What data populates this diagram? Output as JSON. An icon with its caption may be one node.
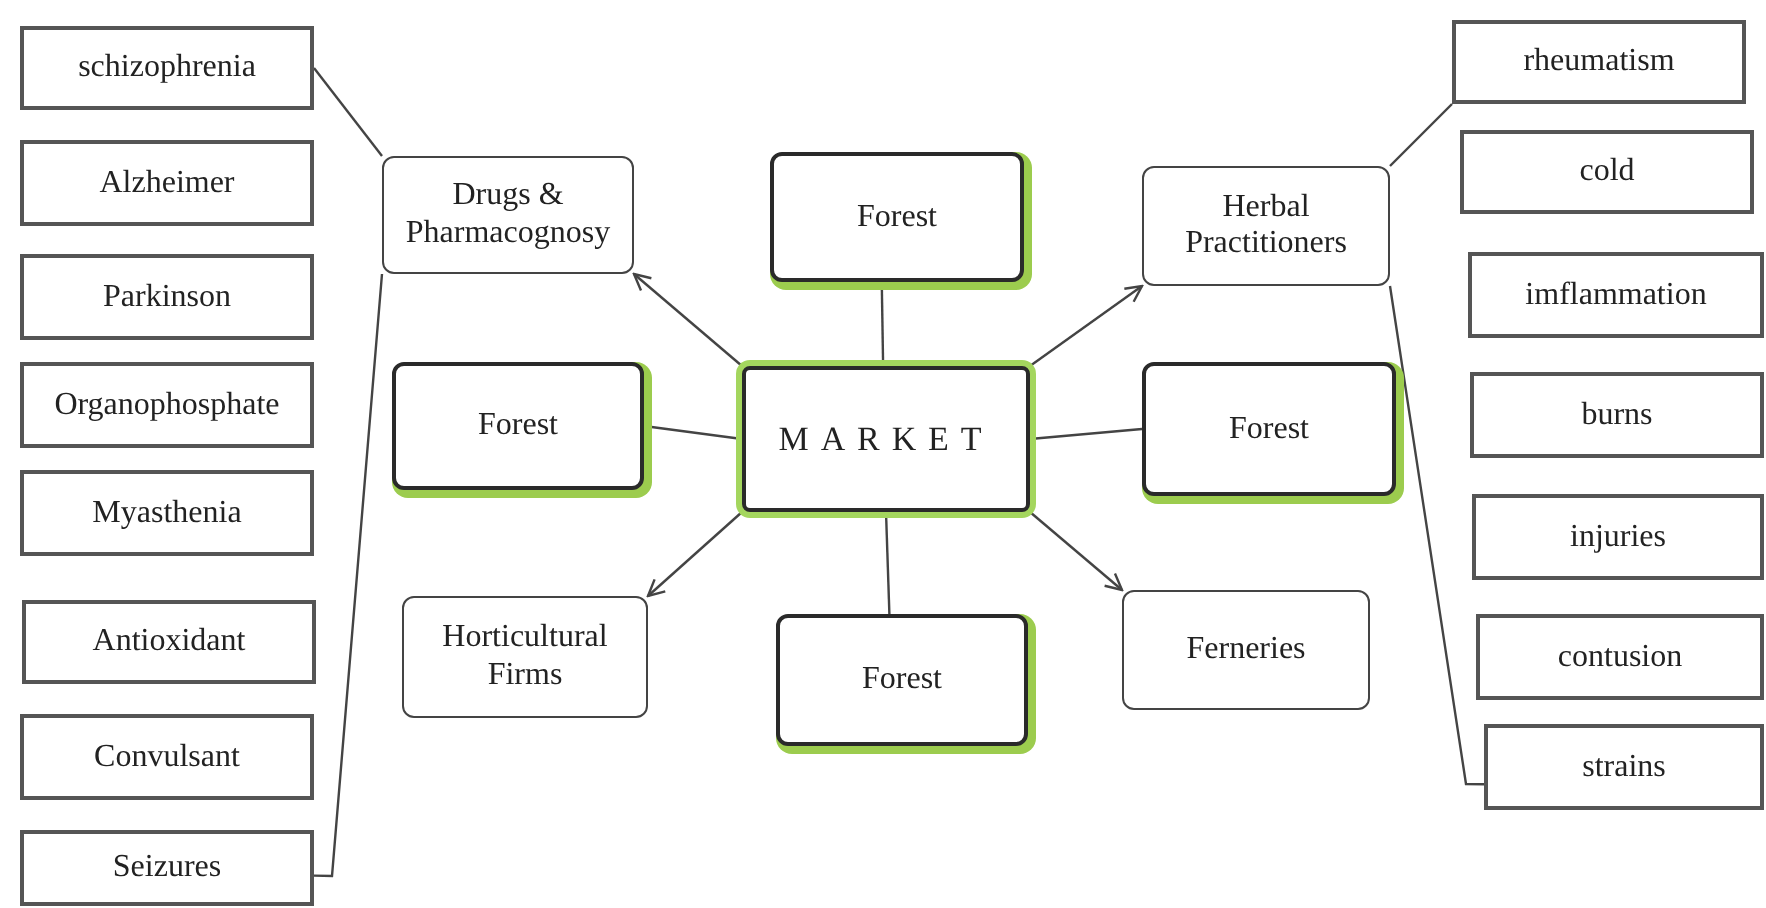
{
  "diagram": {
    "nodes": [
      {
        "text": [
          "MARKET"
        ]
      },
      {
        "text": [
          "Forest"
        ]
      },
      {
        "text": [
          "Forest"
        ]
      },
      {
        "text": [
          "Forest"
        ]
      },
      {
        "text": [
          "Forest"
        ]
      },
      {
        "text": [
          "Drugs & Pharmacognosy"
        ]
      },
      {
        "text": [
          "Herbal Practitioners"
        ]
      },
      {
        "text": [
          "Horticultural Firms"
        ]
      },
      {
        "text": [
          "Ferneries"
        ]
      },
      {
        "text": [
          "schizophrenia"
        ]
      },
      {
        "text": [
          "Alzheimer"
        ]
      },
      {
        "text": [
          "Parkinson"
        ]
      },
      {
        "text": [
          "Organophosphate"
        ]
      },
      {
        "text": [
          "Myasthenia"
        ]
      },
      {
        "text": [
          "Antioxidant"
        ]
      },
      {
        "text": [
          "Convulsant"
        ]
      },
      {
        "text": [
          "Seizures"
        ]
      },
      {
        "text": [
          "rheumatism"
        ]
      },
      {
        "text": [
          "cold"
        ]
      },
      {
        "text": [
          "imflammation"
        ]
      },
      {
        "text": [
          "burns"
        ]
      },
      {
        "text": [
          "injuries"
        ]
      },
      {
        "text": [
          "contusion"
        ]
      },
      {
        "text": [
          "strains"
        ]
      }
    ],
    "edges": [
      {
        "from": 1,
        "to": 0,
        "arrow": "none"
      },
      {
        "from": 2,
        "to": 0,
        "arrow": "none"
      },
      {
        "from": 3,
        "to": 0,
        "arrow": "none"
      },
      {
        "from": 4,
        "to": 0,
        "arrow": "none"
      },
      {
        "from": 0,
        "to": 5,
        "arrow": "to"
      },
      {
        "from": 0,
        "to": 6,
        "arrow": "to"
      },
      {
        "from": 0,
        "to": 7,
        "arrow": "to"
      },
      {
        "from": 0,
        "to": 8,
        "arrow": "to"
      },
      {
        "from": 9,
        "to": 5,
        "arrow": "none"
      },
      {
        "from": 16,
        "to": 5,
        "arrow": "none"
      },
      {
        "from": 17,
        "to": 6,
        "arrow": "none"
      },
      {
        "from": 23,
        "to": 6,
        "arrow": "none"
      }
    ]
  }
}
